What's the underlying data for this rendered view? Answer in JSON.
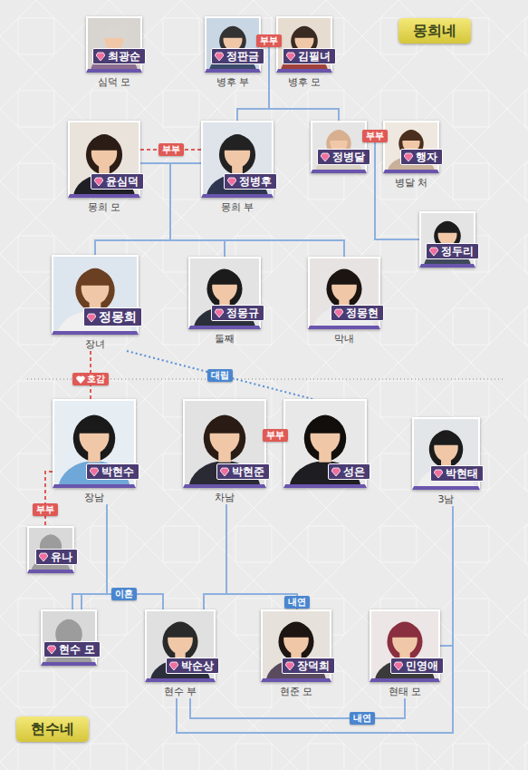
{
  "diagram": {
    "nodes": [
      {
        "text": [
          "몽희네"
        ]
      },
      {
        "text": [
          "최광순",
          "심덕 모"
        ]
      },
      {
        "text": [
          "정판금",
          "병후 부"
        ]
      },
      {
        "text": [
          "김필녀",
          "병후 모"
        ]
      },
      {
        "text": [
          "윤심덕",
          "몽희 모"
        ]
      },
      {
        "text": [
          "정병후",
          "몽희 부"
        ]
      },
      {
        "text": [
          "정병달"
        ]
      },
      {
        "text": [
          "행자",
          "병달 처"
        ]
      },
      {
        "text": [
          "정두리"
        ]
      },
      {
        "text": [
          "정몽희",
          "장녀"
        ]
      },
      {
        "text": [
          "정몽규",
          "둘째"
        ]
      },
      {
        "text": [
          "정몽현",
          "막내"
        ]
      },
      {
        "text": [
          "박현수",
          "장남"
        ]
      },
      {
        "text": [
          "박현준",
          "차남"
        ]
      },
      {
        "text": [
          "성은"
        ]
      },
      {
        "text": [
          "박현태",
          "3남"
        ]
      },
      {
        "text": [
          "유나"
        ]
      },
      {
        "text": [
          "현수 모"
        ]
      },
      {
        "text": [
          "박순상",
          "현수 부"
        ]
      },
      {
        "text": [
          "장덕희",
          "현준 모"
        ]
      },
      {
        "text": [
          "민영애",
          "현태 모"
        ]
      },
      {
        "text": [
          "현수네"
        ]
      }
    ],
    "edges": [
      {
        "from": 2,
        "to": 3,
        "label": "부부",
        "arrow": "none"
      },
      {
        "from": 4,
        "to": 5,
        "label": "부부",
        "arrow": "none"
      },
      {
        "from": 6,
        "to": 7,
        "label": "부부",
        "arrow": "none"
      },
      {
        "from": 2,
        "to": 5,
        "arrow": "none"
      },
      {
        "from": 2,
        "to": 6,
        "arrow": "none"
      },
      {
        "from": 3,
        "to": 5,
        "arrow": "none"
      },
      {
        "from": 3,
        "to": 6,
        "arrow": "none"
      },
      {
        "from": 4,
        "to": 9,
        "arrow": "none"
      },
      {
        "from": 4,
        "to": 10,
        "arrow": "none"
      },
      {
        "from": 4,
        "to": 11,
        "arrow": "none"
      },
      {
        "from": 5,
        "to": 9,
        "arrow": "none"
      },
      {
        "from": 5,
        "to": 10,
        "arrow": "none"
      },
      {
        "from": 5,
        "to": 11,
        "arrow": "none"
      },
      {
        "from": 6,
        "to": 8,
        "arrow": "none"
      },
      {
        "from": 7,
        "to": 8,
        "arrow": "none"
      },
      {
        "from": 9,
        "to": 12,
        "label": "호감",
        "arrow": "none"
      },
      {
        "from": 9,
        "to": 14,
        "label": "대립",
        "arrow": "none"
      },
      {
        "from": 13,
        "to": 14,
        "label": "부부",
        "arrow": "none"
      },
      {
        "from": 12,
        "to": 16,
        "label": "부부",
        "arrow": "none"
      },
      {
        "from": 17,
        "to": 18,
        "label": "이혼",
        "arrow": "none"
      },
      {
        "from": 18,
        "to": 19,
        "label": "내연",
        "arrow": "none"
      },
      {
        "from": 18,
        "to": 20,
        "label": "내연",
        "arrow": "none"
      },
      {
        "from": 17,
        "to": 12,
        "arrow": "none"
      },
      {
        "from": 18,
        "to": 12,
        "arrow": "none"
      },
      {
        "from": 18,
        "to": 13,
        "arrow": "none"
      },
      {
        "from": 19,
        "to": 13,
        "arrow": "none"
      },
      {
        "from": 18,
        "to": 15,
        "arrow": "none"
      },
      {
        "from": 20,
        "to": 15,
        "arrow": "none"
      }
    ]
  }
}
